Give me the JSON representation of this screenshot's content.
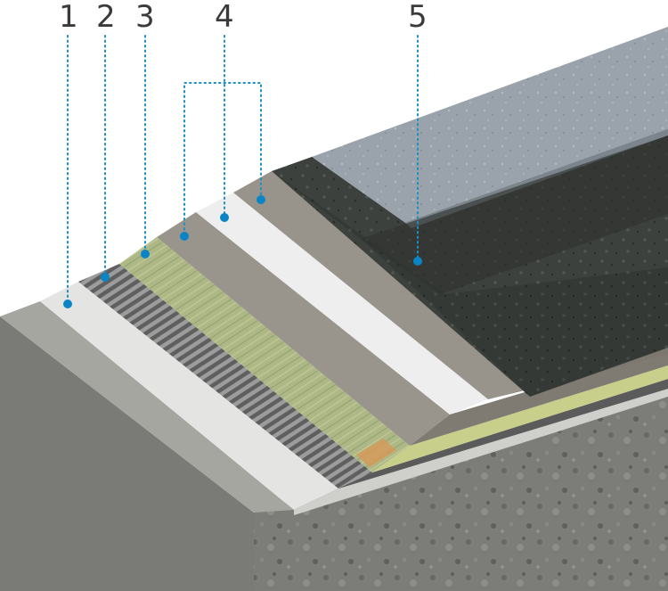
{
  "diagram": {
    "subject": "layered-floor-build-up",
    "colors": {
      "substrate": "#8c8c88",
      "primer": "#e6e6e4",
      "drainage_mat": "#6a6a6a",
      "fleece": "#c8cf8a",
      "membrane": "#9a958c",
      "white_sheet": "#f0f0f0",
      "screed": "#3f433f",
      "top_coat": "#9aa3ab",
      "leader": "#1e8fc2"
    },
    "callouts": [
      {
        "id": "1",
        "label": "1"
      },
      {
        "id": "2",
        "label": "2"
      },
      {
        "id": "3",
        "label": "3"
      },
      {
        "id": "4",
        "label": "4"
      },
      {
        "id": "5",
        "label": "5"
      }
    ]
  }
}
